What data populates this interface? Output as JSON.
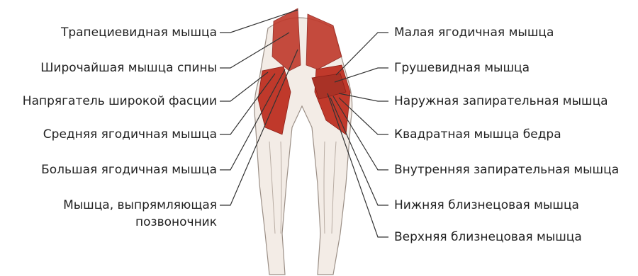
{
  "left_labels": [
    "Трапециевидная мышца",
    "Широчайшая мышца спины",
    "Напрягатель широкой фасции",
    "Средняя ягодичная мышца",
    "Большая ягодичная мышца",
    "Мышца, выпрямляющая",
    "позвоночник"
  ],
  "right_labels": [
    "Малая ягодичная мышца",
    "Грушевидная мышца",
    "Наружная запирательная мышца",
    "Квадратная мышца бедра",
    "Внутренняя запирательная мышца",
    "Нижняя близнецовая мышца",
    "Верхняя близнецовая мышца"
  ],
  "colors": {
    "muscle": "#c0392b",
    "muscle_dark": "#8e1f18",
    "skin": "#f3ece6",
    "line": "#333333"
  }
}
